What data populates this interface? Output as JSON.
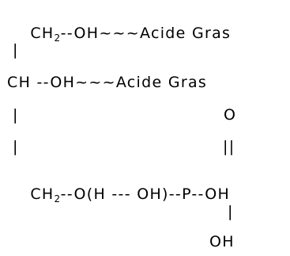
{
  "formula": {
    "row1": {
      "left": "CH",
      "sub": "2",
      "right": "--OH~~~Acide Gras"
    },
    "bond1": "|",
    "row2": "CH --OH~~~Acide Gras",
    "bond2": "|",
    "oxygen_top": "O",
    "bond3": "|",
    "double_bond": "||",
    "row3": {
      "left": "CH",
      "sub": "2",
      "right": "--O(H --- OH)--P--OH"
    },
    "bond4": "|",
    "oxygen_bottom": "OH"
  }
}
